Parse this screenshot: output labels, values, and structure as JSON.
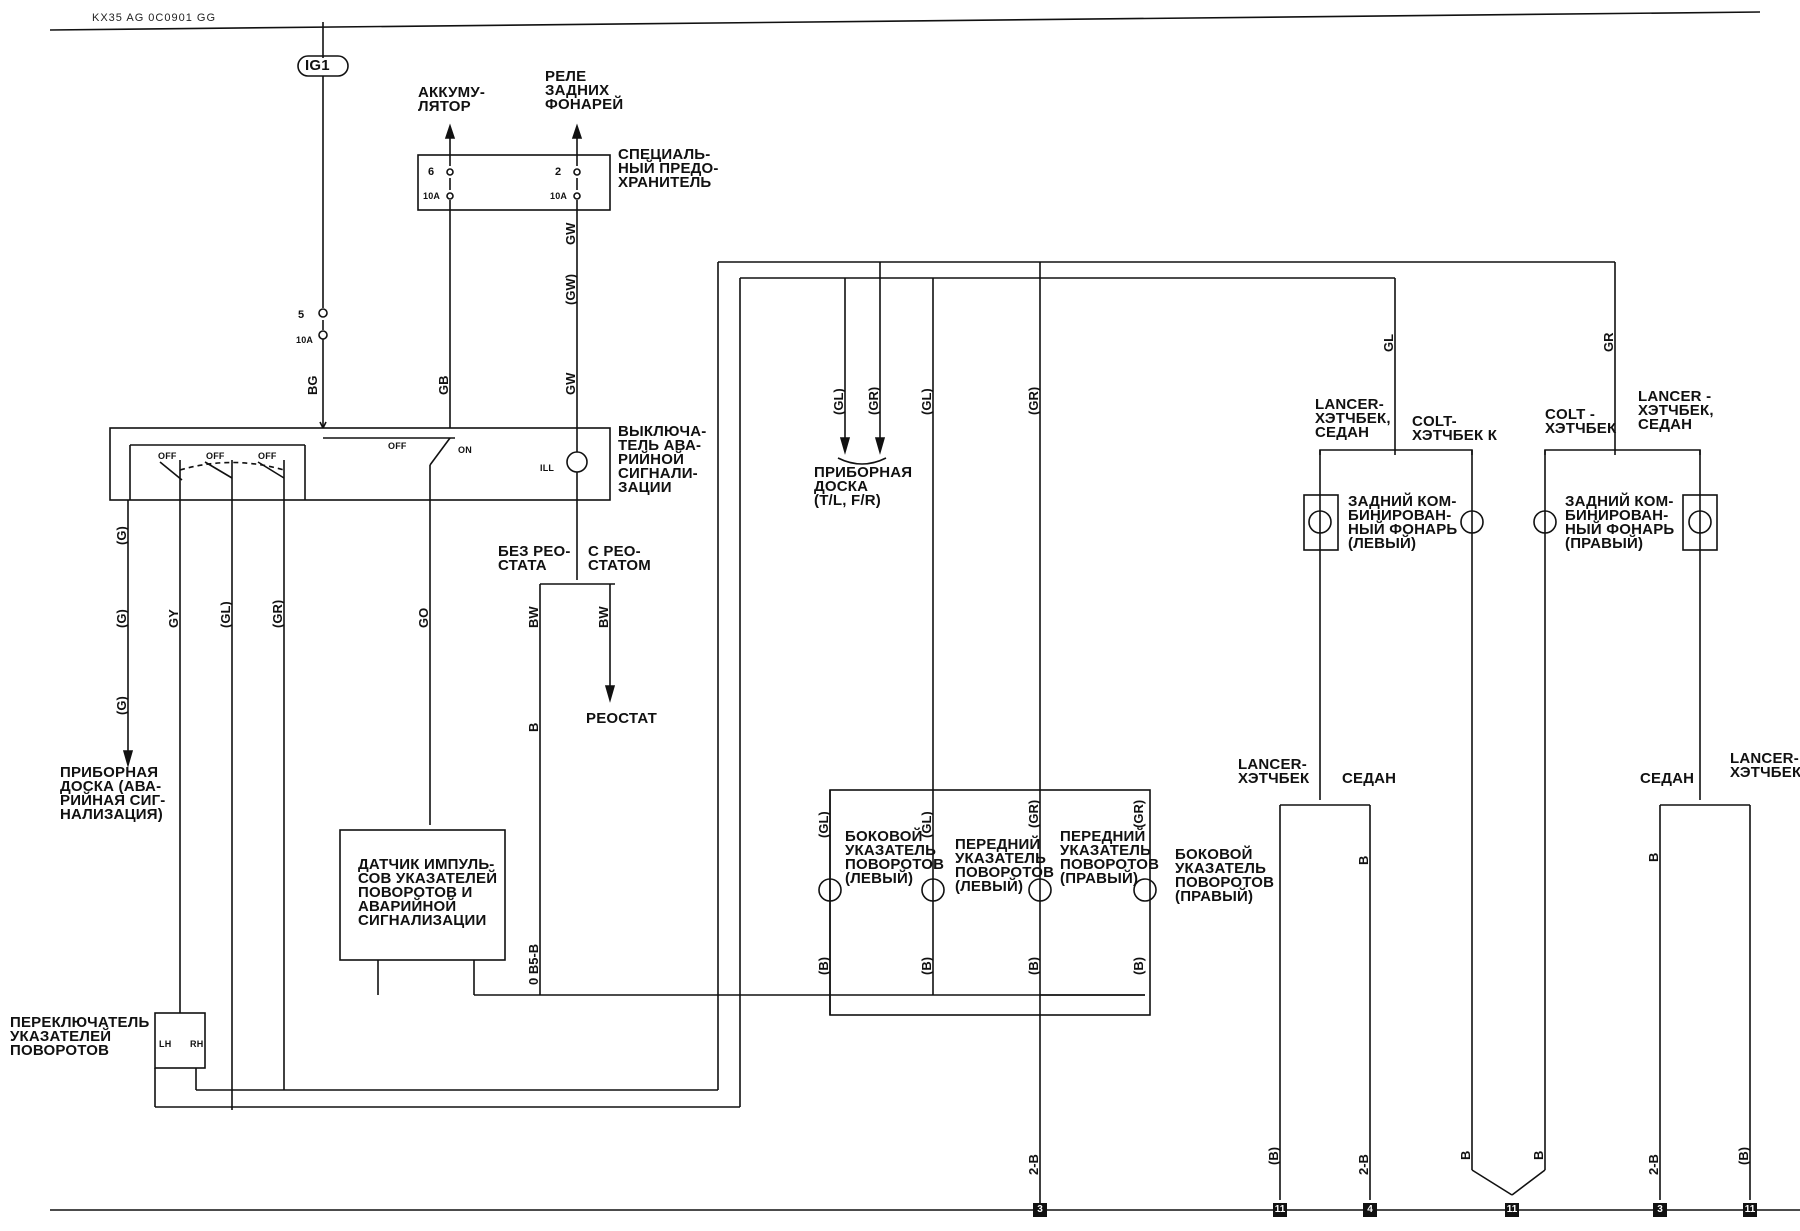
{
  "header_code": "KX35 AG 0C0901 GG",
  "ig1": "IG1",
  "battery": "АККУМУ-\nЛЯТОР",
  "tail_relay": "РЕЛЕ\nЗАДНИХ\nФОНАРЕЙ",
  "special_fuse": "СПЕЦИАЛЬ-\nНЫЙ ПРЕДО-\nХРАНИТЕЛЬ",
  "fuse6": "6",
  "fuse2": "2",
  "fuse5": "5",
  "amp10": "10A",
  "hazard_switch": "ВЫКЛЮЧА-\nТЕЛЬ АВА-\nРИЙНОЙ\nСИГНАЛИ-\nЗАЦИИ",
  "off": "OFF",
  "on": "ON",
  "ill": "ILL",
  "no_rheostat": "БЕЗ РЕО-\nСТАТА",
  "with_rheostat": "С РЕО-\nСТАТОМ",
  "rheostat": "РЕОСТАТ",
  "instrument_hazard": "ПРИБОРНАЯ\nДОСКА (АВА-\nРИЙНАЯ СИГ-\nНАЛИЗАЦИЯ)",
  "flasher": "ДАТЧИК ИМПУЛЬ-\nСОВ УКАЗАТЕЛЕЙ\nПОВОРОТОВ И\nАВАРИЙНОЙ\nСИГНАЛИЗАЦИИ",
  "turn_switch": "ПЕРЕКЛЮЧАТЕЛЬ\nУКАЗАТЕЛЕЙ\nПОВОРОТОВ",
  "lh": "LH",
  "rh": "RH",
  "instrument_panel": "ПРИБОРНАЯ\nДОСКА\n(T/L, F/R)",
  "side_left": "БОКОВОЙ\nУКАЗАТЕЛЬ\nПОВОРОТОВ\n(ЛЕВЫЙ)",
  "front_left": "ПЕРЕДНИЙ\nУКАЗАТЕЛЬ\nПОВОРОТОВ\n(ЛЕВЫЙ)",
  "front_right": "ПЕРЕДНИЙ\nУКАЗАТЕЛЬ\nПОВОРОТОВ\n(ПРАВЫЙ)",
  "side_right": "БОКОВОЙ\nУКАЗАТЕЛЬ\nПОВОРОТОВ\n(ПРАВЫЙ)",
  "lancer_hb_sedan_l": "LANCER-\nХЭТЧБЕК,\nСЕДАН",
  "colt_hb_l": "COLT-\nХЭТЧБЕК К",
  "colt_hb_r": "COLT -\nХЭТЧБЕК",
  "lancer_hb_sedan_r": "LANCER -\nХЭТЧБЕК,\nСЕДАН",
  "rear_left": "ЗАДНИЙ КОМ-\nБИНИРОВАН-\nНЫЙ ФОНАРЬ\n(ЛЕВЫЙ)",
  "rear_right": "ЗАДНИЙ КОМ-\nБИНИРОВАН-\nНЫЙ ФОНАРЬ\n(ПРАВЫЙ)",
  "lancer_hb_bl": "LANCER-\nХЭТЧБЕК",
  "sedan_bl": "СЕДАН",
  "sedan_br": "СЕДАН",
  "lancer_hb_br": "LANCER-\nХЭТЧБЕК",
  "wires": {
    "BG": "BG",
    "GB": "GB",
    "GW": "GW",
    "GW_p": "(GW)",
    "G_p": "(G)",
    "GY": "GY",
    "GL_p": "(GL)",
    "GR_p": "(GR)",
    "GO": "GO",
    "BW": "BW",
    "B": "B",
    "B_p": "(B)",
    "B5B": "0 B5-B",
    "2B": "2-B",
    "GL": "GL",
    "GR": "GR"
  },
  "connectors": [
    "3",
    "11",
    "4",
    "11",
    "3",
    "11"
  ]
}
